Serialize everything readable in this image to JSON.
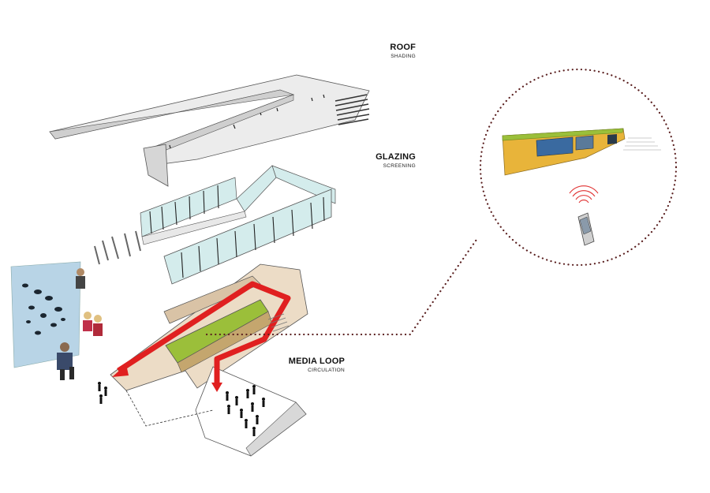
{
  "labels": {
    "roof": {
      "title": "ROOF",
      "subtitle": "SHADING"
    },
    "glazing": {
      "title": "GLAZING",
      "subtitle": "SCREENING"
    },
    "media_loop": {
      "title": "MEDIA LOOP",
      "subtitle": "CIRCULATION"
    }
  },
  "colors": {
    "background": "#ffffff",
    "roof": "#eaeaea",
    "glass": "#cfe6e6",
    "floor": "#e6d4bd",
    "circulation": "#e02020",
    "green_roof": "#9bbf3a",
    "media_wall": "#e6b83c",
    "dotted_line": "#5a1f1f"
  }
}
